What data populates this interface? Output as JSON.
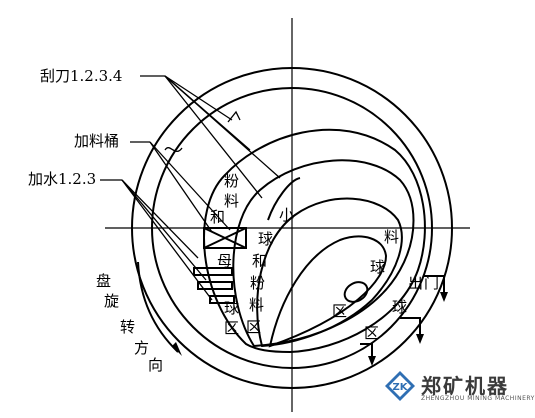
{
  "labels": {
    "scraper": "刮刀1.2.3.4",
    "feed_bucket": "加料桶",
    "water": "加水1.2.3",
    "rotation": [
      "盘",
      "旋",
      "转",
      "方",
      "向"
    ],
    "mother_ball": "母",
    "powder_mix": [
      "粉",
      "料",
      "和"
    ],
    "small": "小",
    "ball_powder_zone": [
      "球",
      "和",
      "粉",
      "料",
      "区"
    ],
    "ball_zone": [
      "球",
      "区"
    ],
    "material_ball_zone": [
      "料",
      "球",
      "区"
    ],
    "large_ball_zone": [
      "球",
      "区"
    ],
    "outlet": [
      "出",
      "门"
    ]
  },
  "brand": {
    "name": "郑矿机器",
    "subtitle": "ZHENGZHOU MINING MACHINERY",
    "logo_text": "ZK",
    "logo_color": "#2f6fb3"
  }
}
